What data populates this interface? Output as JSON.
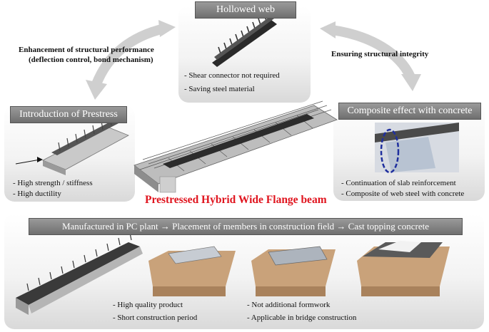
{
  "top_panel": {
    "header": "Hollowed web",
    "bullets": [
      "- Shear connector not required",
      "- Saving steel material"
    ]
  },
  "left_panel": {
    "header": "Introduction of Prestress",
    "bullets": [
      "- High strength / stiffness",
      "- High ductility"
    ]
  },
  "right_panel": {
    "header": "Composite effect with concrete",
    "bullets": [
      "- Continuation of slab reinforcement",
      "- Composite of web steel with concrete"
    ]
  },
  "arrow_labels": {
    "left_line1": "Enhancement of structural performance",
    "left_line2": "(deflection control, bond mechanism)",
    "right": "Ensuring structural integrity"
  },
  "center_title": "Prestressed Hybrid Wide Flange beam",
  "bottom_panel": {
    "header": "Manufactured in PC plant → Placement of members in construction field → Cast topping concrete",
    "bullets_a": [
      "- High quality product",
      "- Short construction period"
    ],
    "bullets_b": [
      "- Not additional formwork",
      "- Applicable in bridge construction"
    ]
  },
  "colors": {
    "title_red": "#e0141e",
    "header_gray": "#7d7d7d",
    "accent_blue": "#1f2f9e",
    "soil": "#c9a27a"
  }
}
